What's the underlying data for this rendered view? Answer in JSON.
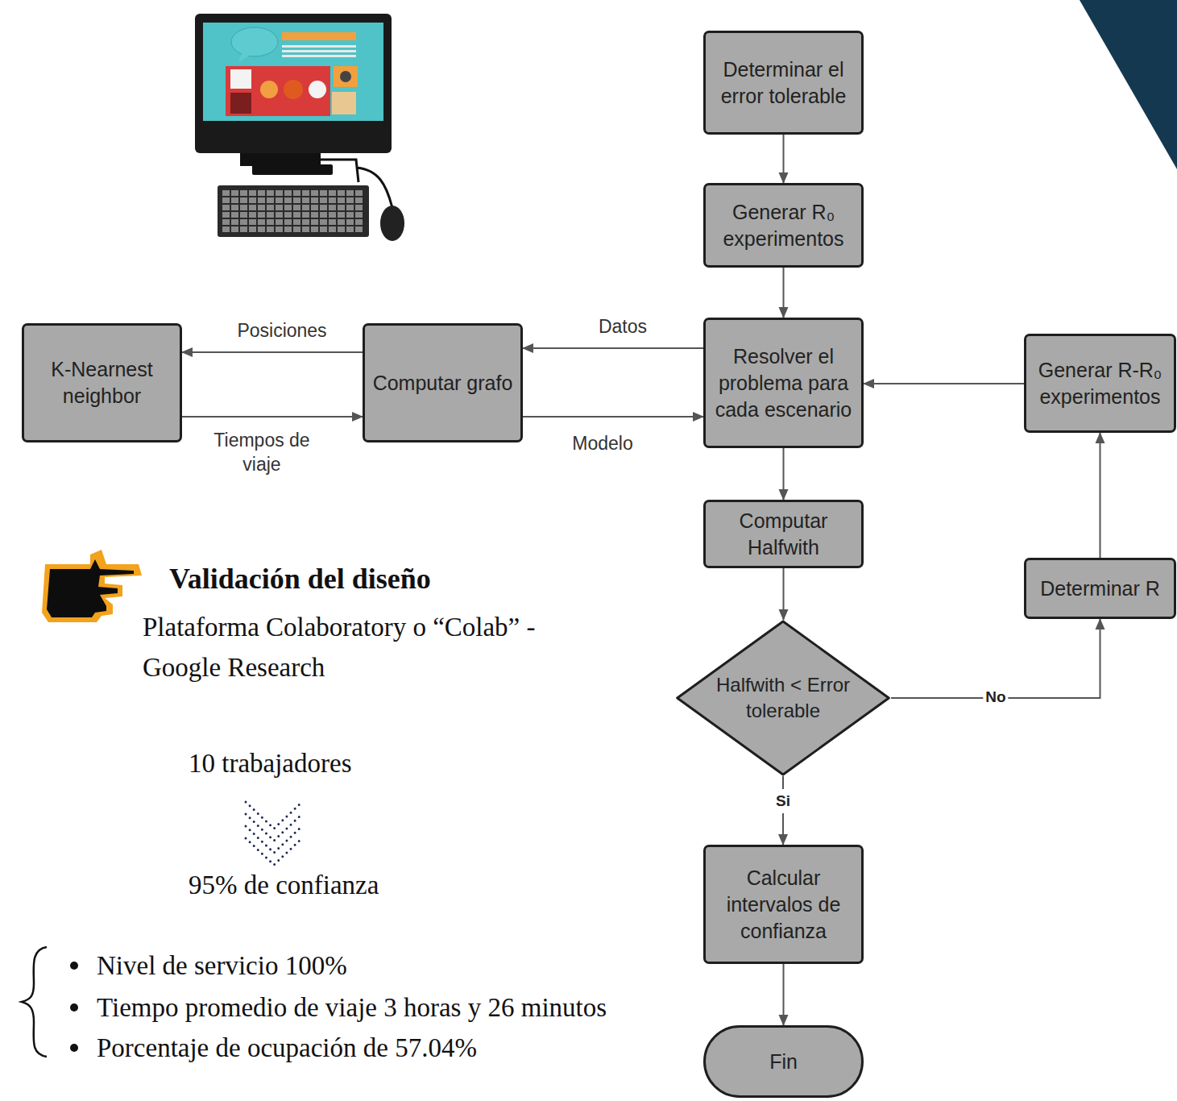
{
  "diagram": {
    "title": "Validación del diseño",
    "nodes": [
      {
        "text": [
          "Determinar el error tolerable"
        ]
      },
      {
        "text": [
          "Generar R₀ experimentos"
        ]
      },
      {
        "text": [
          "K-Nearnest neighbor"
        ]
      },
      {
        "text": [
          "Computar grafo"
        ]
      },
      {
        "text": [
          "Resolver el problema para cada escenario"
        ]
      },
      {
        "text": [
          "Generar R-R₀ experimentos"
        ]
      },
      {
        "text": [
          "Computar Halfwith"
        ]
      },
      {
        "text": [
          "Determinar R"
        ]
      },
      {
        "text": [
          "Halfwith < Error tolerable"
        ]
      },
      {
        "text": [
          "Calcular intervalos de confianza"
        ]
      },
      {
        "text": [
          "Fin"
        ]
      }
    ],
    "edges": [
      {
        "from": 0,
        "to": 1,
        "arrow": "to"
      },
      {
        "from": 1,
        "to": 4,
        "arrow": "to"
      },
      {
        "from": 4,
        "to": 3,
        "label": "Datos",
        "arrow": "to"
      },
      {
        "from": 3,
        "to": 2,
        "label": "Posiciones",
        "arrow": "to"
      },
      {
        "from": 2,
        "to": 3,
        "label": "Tiempos de viaje",
        "arrow": "to"
      },
      {
        "from": 3,
        "to": 4,
        "label": "Modelo",
        "arrow": "to"
      },
      {
        "from": 5,
        "to": 4,
        "arrow": "to"
      },
      {
        "from": 4,
        "to": 6,
        "arrow": "to"
      },
      {
        "from": 6,
        "to": 8,
        "arrow": "to"
      },
      {
        "from": 8,
        "to": 7,
        "label": "No",
        "arrow": "to"
      },
      {
        "from": 7,
        "to": 5,
        "arrow": "to"
      },
      {
        "from": 8,
        "to": 9,
        "label": "Si",
        "arrow": "to"
      },
      {
        "from": 9,
        "to": 10,
        "arrow": "to"
      }
    ],
    "labels": [
      "Plataforma Colaboratory o “Colab” - Google Research",
      "10 trabajadores",
      "95% de confianza",
      "Nivel de servicio 100%",
      "Tiempo promedio de viaje 3 horas y 26 minutos",
      "Porcentaje de ocupación de 57.04%"
    ]
  }
}
